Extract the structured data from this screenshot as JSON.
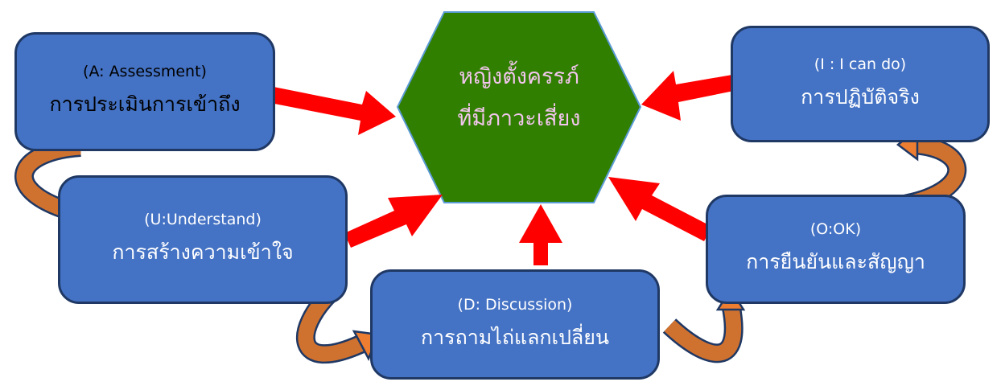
{
  "center": {
    "line1": "หญิงตั้งครรภ์",
    "line2": "ที่มีภาวะเสี่ยง"
  },
  "steps": [
    {
      "code": "(A: Assessment)",
      "label": "การประเมินการเข้าถึง"
    },
    {
      "code": "(U:Understand)",
      "label": "การสร้างความเข้าใจ"
    },
    {
      "code": "(D: Discussion)",
      "label": "การถามไถ่แลกเปลี่ยน"
    },
    {
      "code": "(O:OK)",
      "label": "การยืนยันและสัญญา"
    },
    {
      "code": "(I : I can do)",
      "label": "การปฏิบัติจริง"
    }
  ],
  "colors": {
    "box": "#4472c4",
    "hexagon": "#317f00",
    "arrow": "#ff0000",
    "cycle_arrow": "#ed7d31"
  }
}
